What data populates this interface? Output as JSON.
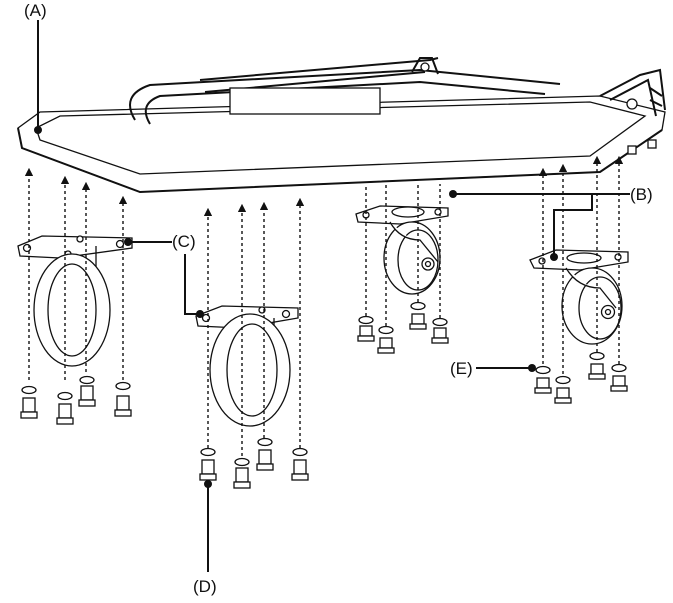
{
  "labels": {
    "a": "(A)",
    "b": "(B)",
    "c": "(C)",
    "d": "(D)",
    "e": "(E)"
  },
  "colors": {
    "ink": "#111111",
    "paper": "#ffffff"
  }
}
